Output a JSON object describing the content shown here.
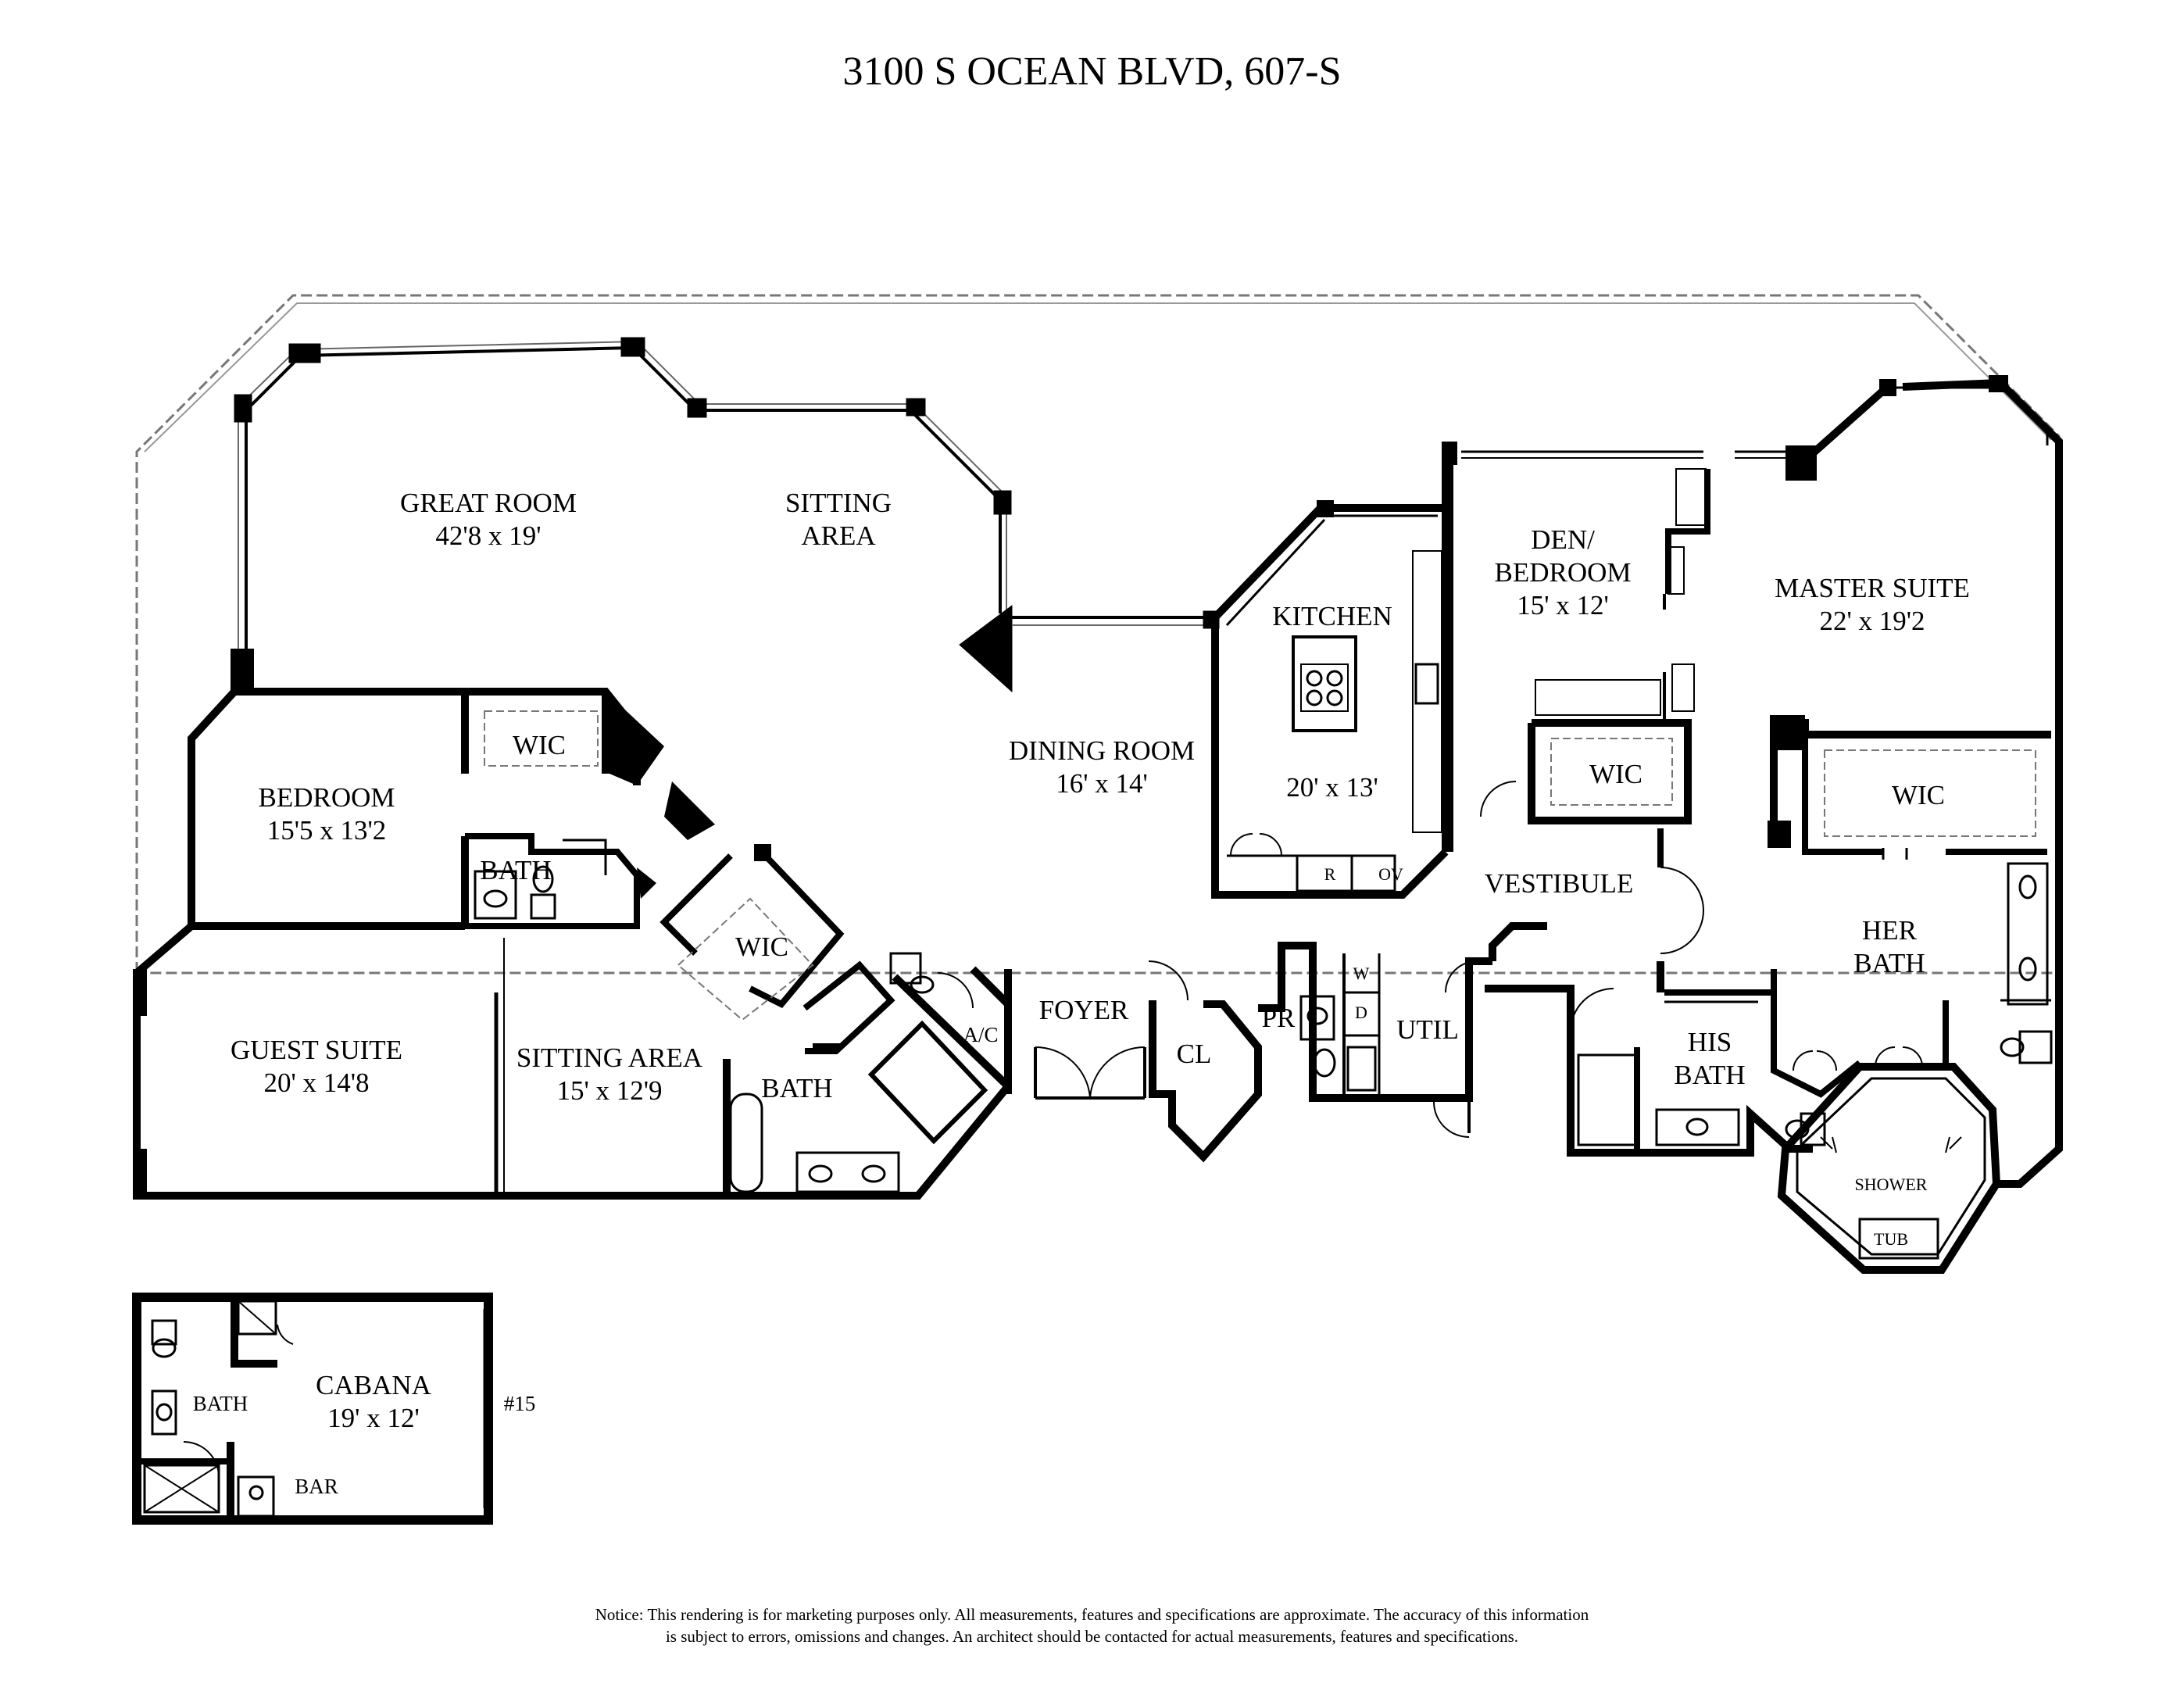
{
  "title": "3100 S OCEAN BLVD, 607-S",
  "notice": {
    "line1": "Notice: This rendering is for marketing purposes only. All measurements, features and specifications are approximate. The accuracy of this information",
    "line2": "is subject to errors, omissions and changes. An architect should be contacted for actual measurements, features and specifications."
  },
  "rooms": {
    "great_room": {
      "name": "GREAT ROOM",
      "dims": "42'8 x 19'"
    },
    "sitting_area_main": {
      "name": "SITTING",
      "name2": "AREA"
    },
    "kitchen": {
      "name": "KITCHEN",
      "dims": "20' x 13'"
    },
    "den_bedroom": {
      "name": "DEN/",
      "name2": "BEDROOM",
      "dims": "15' x 12'"
    },
    "master_suite": {
      "name": "MASTER SUITE",
      "dims": "22' x 19'2"
    },
    "dining_room": {
      "name": "DINING ROOM",
      "dims": "16' x 14'"
    },
    "bedroom": {
      "name": "BEDROOM",
      "dims": "15'5 x 13'2"
    },
    "wic_bedroom": {
      "name": "WIC"
    },
    "bath_bedroom": {
      "name": "BATH"
    },
    "wic_sitting": {
      "name": "WIC"
    },
    "wic_den": {
      "name": "WIC"
    },
    "wic_master": {
      "name": "WIC"
    },
    "vestibule": {
      "name": "VESTIBULE"
    },
    "her_bath": {
      "name": "HER",
      "name2": "BATH"
    },
    "his_bath": {
      "name": "HIS",
      "name2": "BATH"
    },
    "guest_suite": {
      "name": "GUEST SUITE",
      "dims": "20' x 14'8"
    },
    "sitting_area_guest": {
      "name": "SITTING AREA",
      "dims": "15' x 12'9"
    },
    "bath_guest": {
      "name": "BATH"
    },
    "ac": {
      "name": "A/C"
    },
    "foyer": {
      "name": "FOYER"
    },
    "cl": {
      "name": "CL"
    },
    "pr": {
      "name": "PR"
    },
    "util": {
      "name": "UTIL"
    },
    "washer": {
      "name": "W"
    },
    "dryer": {
      "name": "D"
    },
    "refrigerator": {
      "name": "R"
    },
    "oven": {
      "name": "OV"
    },
    "shower": {
      "name": "SHOWER"
    },
    "tub": {
      "name": "TUB"
    },
    "cabana": {
      "name": "CABANA",
      "dims": "19' x 12'"
    },
    "cabana_bath": {
      "name": "BATH"
    },
    "cabana_bar": {
      "name": "BAR"
    },
    "cabana_number": {
      "name": "#15"
    }
  }
}
